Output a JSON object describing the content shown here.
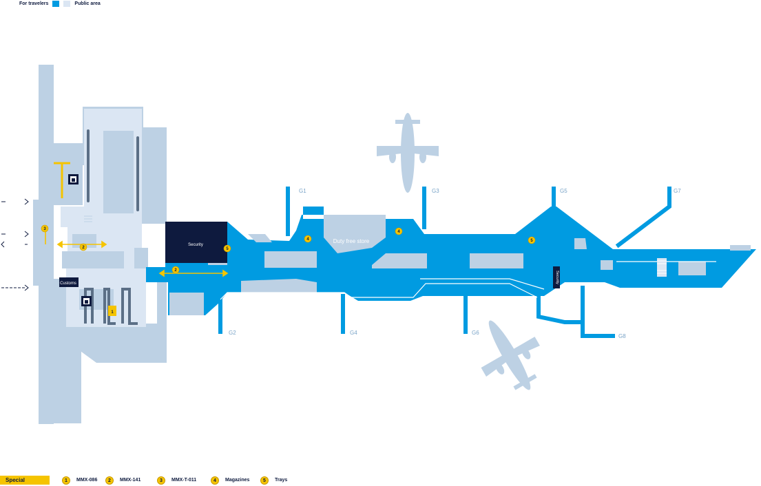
{
  "colors": {
    "public": "#009be1",
    "travelers": "#dbe6f3",
    "building": "#bdd1e4",
    "navy": "#0e1a3e",
    "yellow": "#f5c400",
    "gate_label": "#7aa4c8"
  },
  "legend_top": {
    "travelers_label": "For travelers",
    "public_label": "Public area"
  },
  "gates": [
    "G1",
    "G2",
    "G3",
    "G4",
    "G5",
    "G6",
    "G7",
    "G8"
  ],
  "areas": {
    "security": "Security",
    "security_vertical": "Security",
    "customs": "Customs",
    "duty_free": "Duty free store"
  },
  "markers": [
    "1",
    "2",
    "2",
    "3",
    "4",
    "4",
    "5",
    "5"
  ],
  "legend_bottom": {
    "special": "Special",
    "items": [
      {
        "num": "1",
        "label": "MMX-086"
      },
      {
        "num": "2",
        "label": "MMX-141"
      },
      {
        "num": "3",
        "label": "MMX-T-011"
      },
      {
        "num": "4",
        "label": "Magazines"
      },
      {
        "num": "5",
        "label": "Trays"
      }
    ]
  },
  "icons": [
    "airplane-icon",
    "airplane-icon",
    "entrance-arrow-icon",
    "elevator-icon",
    "stairs-icon"
  ]
}
